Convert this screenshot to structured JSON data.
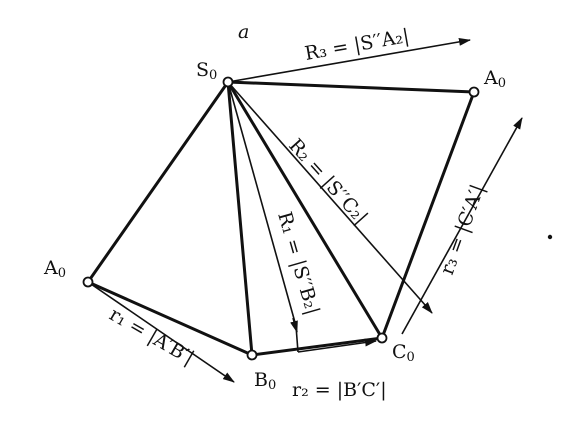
{
  "figure_label": "a",
  "vertices": {
    "S": {
      "base": "S",
      "sub": "0"
    },
    "A_top": {
      "base": "A",
      "sub": "0"
    },
    "A_left": {
      "base": "A",
      "sub": "0"
    },
    "B": {
      "base": "B",
      "sub": "0"
    },
    "C": {
      "base": "C",
      "sub": "0"
    }
  },
  "vector_labels": {
    "R3": "R₃ = |S′′A₂|",
    "R2": "R₂ = |S′′C₂|",
    "R1": "R₁ = |S′′B₂|",
    "r3": "r₃ = |C′A′|",
    "r1": "r₁ = |A′B′|",
    "r2": "r₂ = |B′C′|"
  },
  "colors": {
    "ink": "#111111",
    "background": "#ffffff"
  }
}
